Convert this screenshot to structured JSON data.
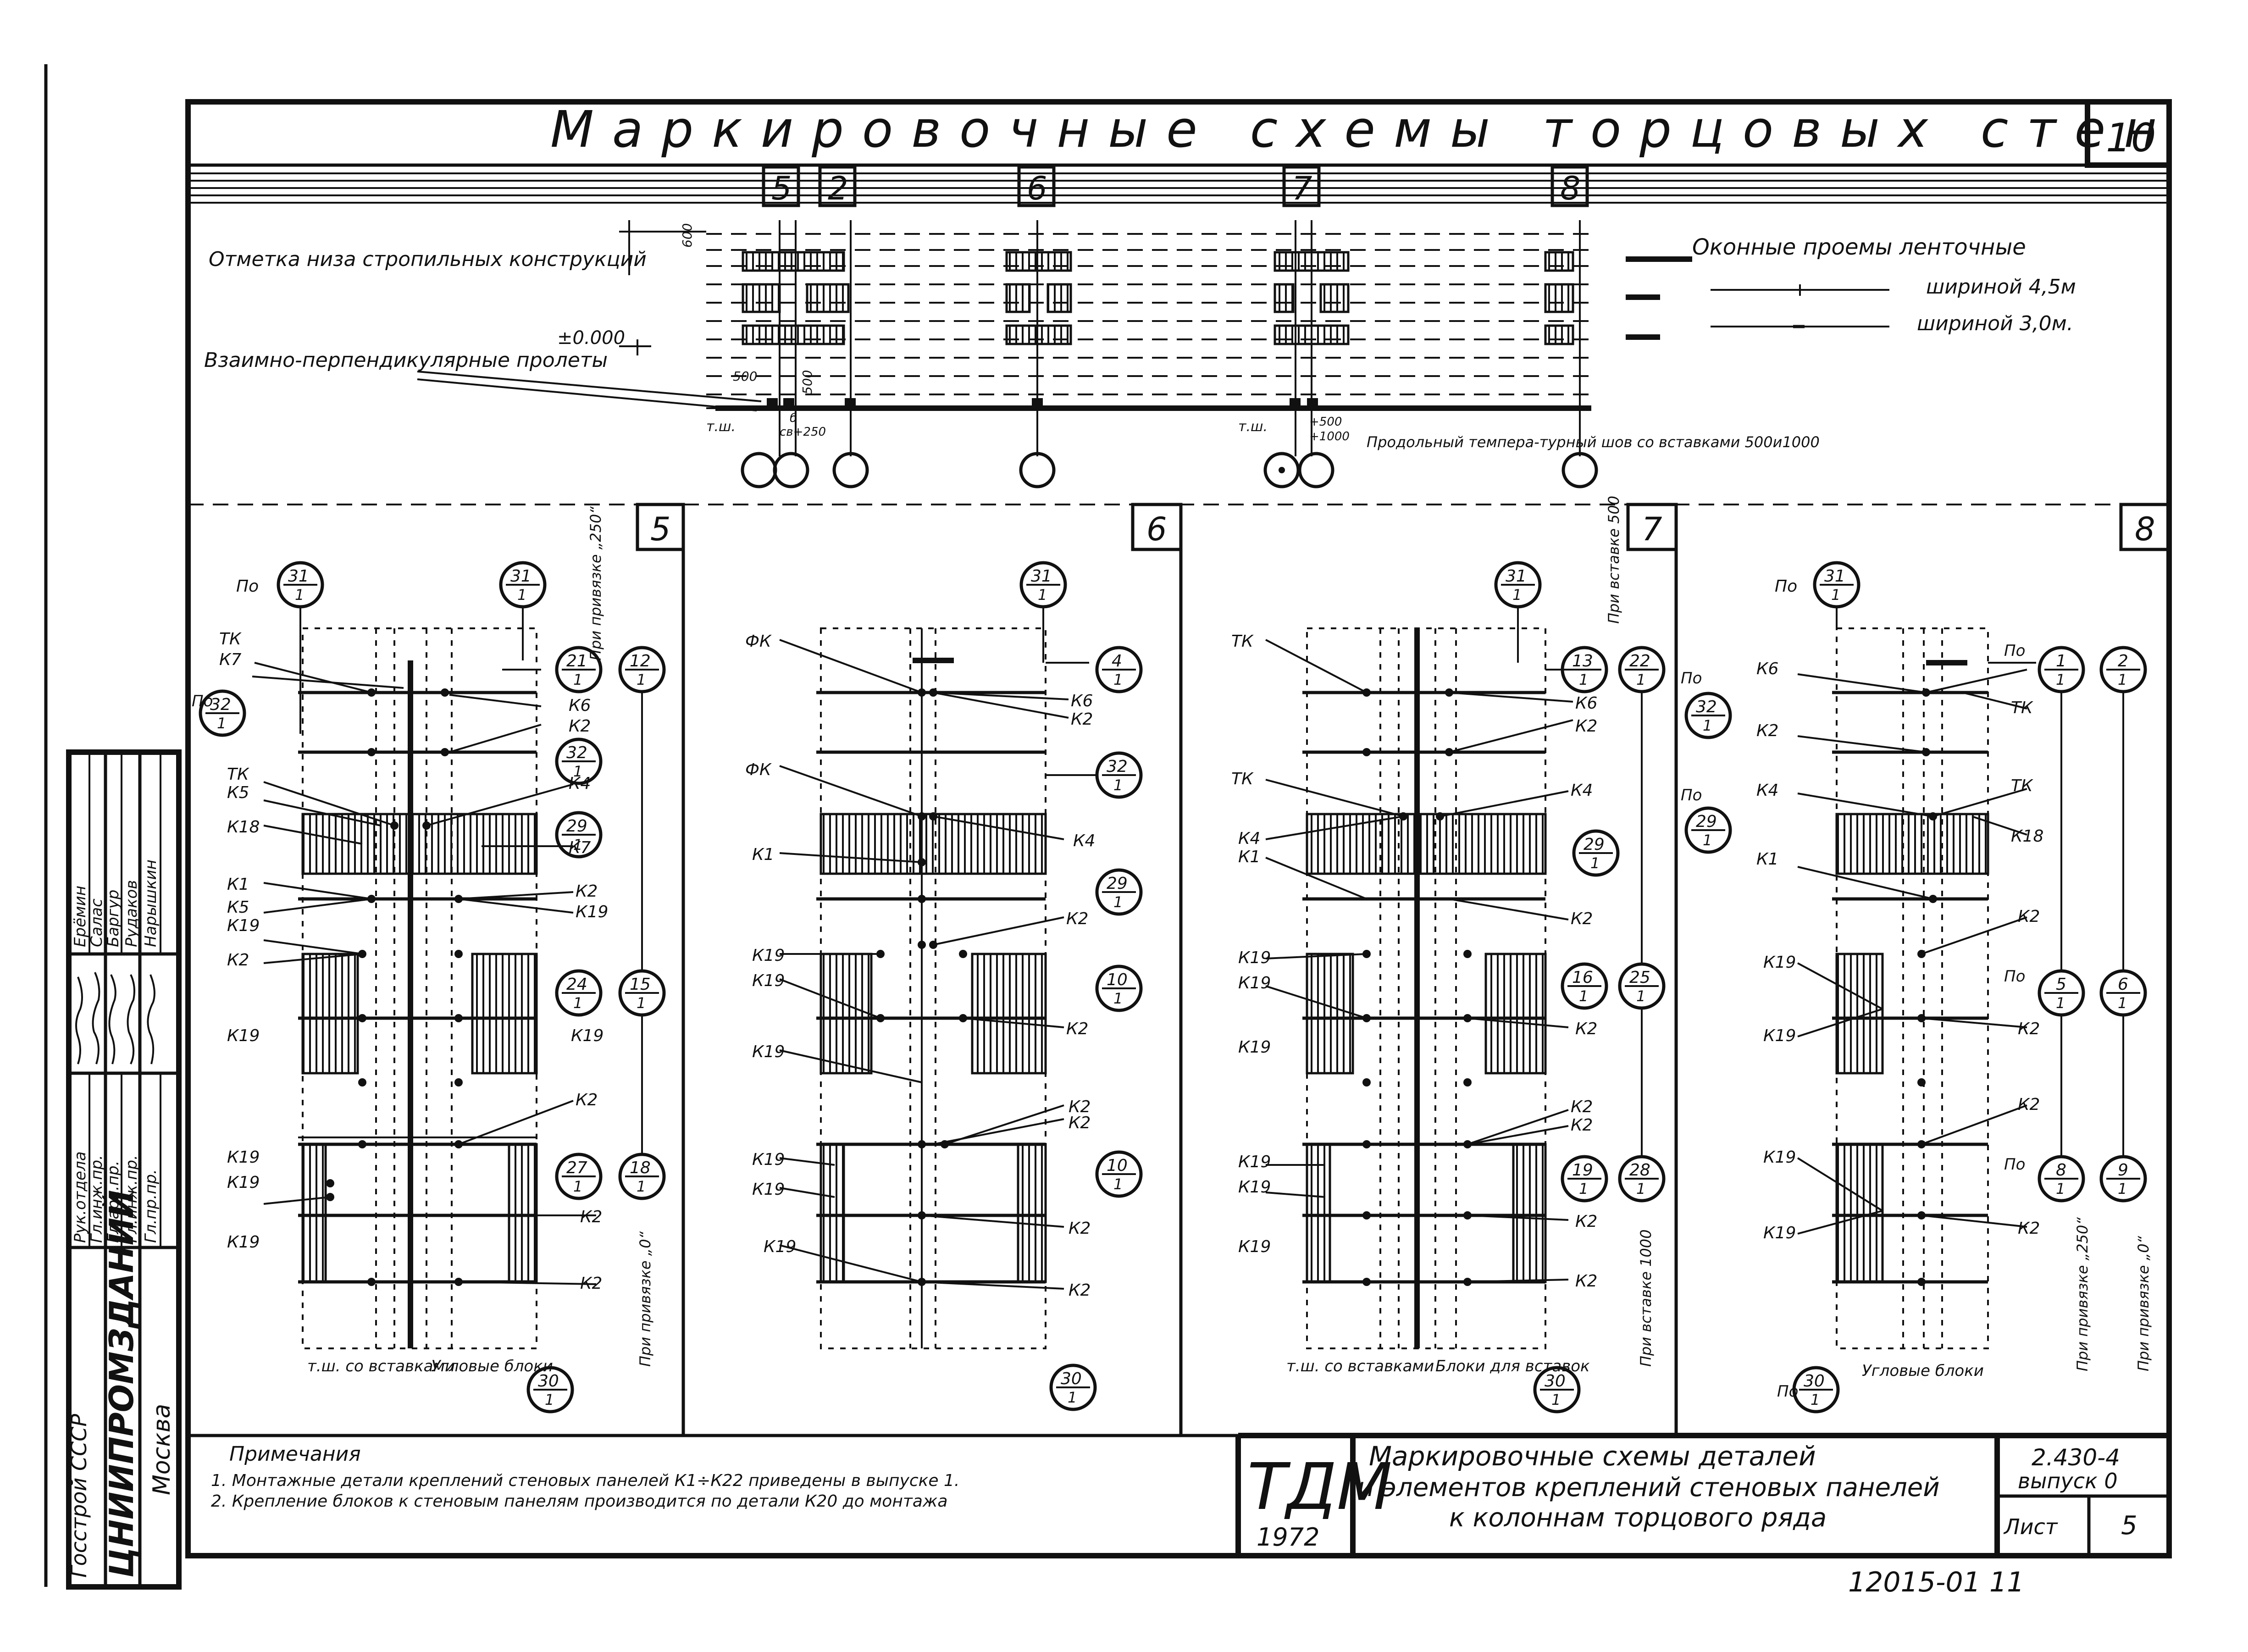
{
  "title": "Маркировочные схемы торцовых стен",
  "sheet_corner_number": "10",
  "axis_markers": [
    "5",
    "2",
    "6",
    "7",
    "8"
  ],
  "top_scheme": {
    "label_roof": "Отметка низа стропильных конструкций",
    "dim_600": "600",
    "level_zero": "±0.000",
    "label_perp": "Взаимно-перпендикулярные пролеты",
    "dim_500a": "500",
    "dim_500b": "500",
    "tsh": "т.ш.",
    "b": "б",
    "sv250": "св+250",
    "tsh2": "т.ш.",
    "sv500": "+500",
    "sv1000": "+1000",
    "joint_note": "Продольный темпера-турный шов со вставками 500и1000"
  },
  "legend": {
    "title": "Оконные проемы ленточные",
    "width_45": "шириной 4,5м",
    "width_30": "шириной 3,0м."
  },
  "panels": [
    {
      "number": "5",
      "labels_left": [
        "По",
        "ТК",
        "К7",
        "По",
        "ТК",
        "К5",
        "К18",
        "К1",
        "К5",
        "К19",
        "К2",
        "К19",
        "К19",
        "К19",
        "К19"
      ],
      "labels_right": [
        "К6",
        "К2",
        "К4",
        "К7",
        "К2",
        "К19",
        "К19",
        "К2",
        "К2",
        "К2"
      ],
      "circles": [
        {
          "top": "31",
          "bottom": "1"
        },
        {
          "top": "31",
          "bottom": "1"
        },
        {
          "top": "32",
          "bottom": "1"
        },
        {
          "top": "21",
          "bottom": "1"
        },
        {
          "top": "12",
          "bottom": "1"
        },
        {
          "top": "32",
          "bottom": "1"
        },
        {
          "top": "29",
          "bottom": "1"
        },
        {
          "top": "24",
          "bottom": "1"
        },
        {
          "top": "15",
          "bottom": "1"
        },
        {
          "top": "27",
          "bottom": "1"
        },
        {
          "top": "18",
          "bottom": "1"
        },
        {
          "top": "30",
          "bottom": "1"
        }
      ],
      "note_top": "При привязке „250“",
      "note_bottom": "При привязке „0“",
      "bottom_left": "т.ш. со вставками",
      "bottom_right": "Угловые блоки"
    },
    {
      "number": "6",
      "labels_left": [
        "ФК",
        "ФК",
        "К1",
        "К19",
        "К19",
        "К19",
        "К19",
        "К19",
        "К19"
      ],
      "labels_right": [
        "К6",
        "К2",
        "К4",
        "К2",
        "К2",
        "К2",
        "К2",
        "К2",
        "К2"
      ],
      "circles": [
        {
          "top": "31",
          "bottom": "1"
        },
        {
          "top": "4",
          "bottom": "1"
        },
        {
          "top": "32",
          "bottom": "1"
        },
        {
          "top": "29",
          "bottom": "1"
        },
        {
          "top": "10",
          "bottom": "1"
        },
        {
          "top": "10",
          "bottom": "1"
        },
        {
          "top": "30",
          "bottom": "1"
        }
      ]
    },
    {
      "number": "7",
      "labels_left": [
        "ТК",
        "ТК",
        "К4",
        "К1",
        "К19",
        "К19",
        "К19",
        "К19",
        "К19",
        "К19"
      ],
      "labels_right": [
        "К6",
        "К2",
        "К4",
        "К2",
        "К2",
        "К2",
        "К2",
        "К2",
        "К2"
      ],
      "circles": [
        {
          "top": "31",
          "bottom": "1"
        },
        {
          "top": "13",
          "bottom": "1"
        },
        {
          "top": "22",
          "bottom": "1"
        },
        {
          "top": "29",
          "bottom": "1"
        },
        {
          "top": "16",
          "bottom": "1"
        },
        {
          "top": "25",
          "bottom": "1"
        },
        {
          "top": "19",
          "bottom": "1"
        },
        {
          "top": "28",
          "bottom": "1"
        },
        {
          "top": "30",
          "bottom": "1"
        }
      ],
      "note_top": "При вставке 500",
      "note_bottom": "При вставке 1000",
      "bottom_left": "т.ш. со вставками",
      "bottom_right": "Блоки для вставок"
    },
    {
      "number": "8",
      "labels_left": [
        "По",
        "К6",
        "По",
        "К2",
        "По",
        "К4",
        "К1",
        "К19",
        "К19",
        "К19",
        "К19"
      ],
      "labels_right": [
        "По",
        "ТК",
        "ТК",
        "К18",
        "К2",
        "По",
        "К2",
        "К2",
        "По",
        "К2"
      ],
      "circles": [
        {
          "top": "31",
          "bottom": "1"
        },
        {
          "top": "32",
          "bottom": "1"
        },
        {
          "top": "29",
          "bottom": "1"
        },
        {
          "top": "1",
          "bottom": "1"
        },
        {
          "top": "2",
          "bottom": "1"
        },
        {
          "top": "5",
          "bottom": "1"
        },
        {
          "top": "6",
          "bottom": "1"
        },
        {
          "top": "8",
          "bottom": "1"
        },
        {
          "top": "9",
          "bottom": "1"
        },
        {
          "top": "30",
          "bottom": "1"
        }
      ],
      "note_top": "При привязке „250“",
      "note_bottom": "При привязке „0“",
      "bottom_right": "Угловые блоки",
      "bottom_po": "По"
    }
  ],
  "notes": {
    "heading": "Примечания",
    "line1": "1. Монтажные детали креплений стеновых панелей К1÷К22 приведены в выпуске 1.",
    "line2": "2. Крепление блоков к стеновым панелям производится по детали К20 до монтажа"
  },
  "title_block": {
    "logo": "ТДМ",
    "year": "1972",
    "description_1": "Маркировочные схемы деталей",
    "description_2": "и элементов креплений стеновых панелей",
    "description_3": "к колоннам торцового ряда",
    "code": "2.430-4",
    "issue": "выпуск 0",
    "sheet_label": "Лист",
    "sheet_number": "5"
  },
  "side_stamp": {
    "org_1": "Госстрой СССР",
    "org_2": "ЦНИИПРОМЗДАНИЙ",
    "org_3": "Москва",
    "roles": [
      "Рук.отдела",
      "Гл.инж.пр.",
      "Гл.арх.пр.",
      "Гл.инж.пр.",
      "Гл.пр.пр."
    ],
    "names": [
      "Ерёмин",
      "Салас",
      "Баргур",
      "Рудаков",
      "Нарышкин"
    ]
  },
  "footer_number": "12015-01   11"
}
